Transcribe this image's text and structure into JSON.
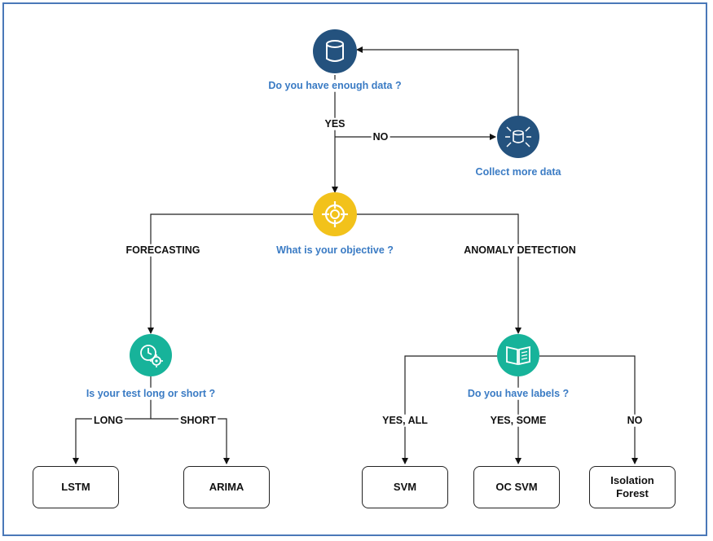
{
  "nodes": {
    "data_question": "Do you have enough data ?",
    "collect": "Collect more data",
    "objective": "What is your objective ?",
    "test_length": "Is your test long or short ?",
    "labels": "Do you have labels ?"
  },
  "edges": {
    "yes": "YES",
    "no": "NO",
    "forecasting": "FORECASTING",
    "anomaly": "ANOMALY DETECTION",
    "long": "LONG",
    "short": "SHORT",
    "yes_all": "YES, ALL",
    "yes_some": "YES, SOME",
    "no_labels": "NO"
  },
  "leaves": {
    "lstm": "LSTM",
    "arima": "ARIMA",
    "svm": "SVM",
    "oc_svm": "OC SVM",
    "isolation_forest": "Isolation\nForest"
  },
  "icons": {
    "data_question": "database-icon",
    "collect": "database-collect-icon",
    "objective": "target-icon",
    "test_length": "clock-gear-icon",
    "labels": "book-icon"
  },
  "colors": {
    "frame": "#4a78b8",
    "question_text": "#3a7bc4",
    "database_node": "#24527e",
    "target_node": "#f2c21b",
    "teal_node": "#17b39a"
  }
}
